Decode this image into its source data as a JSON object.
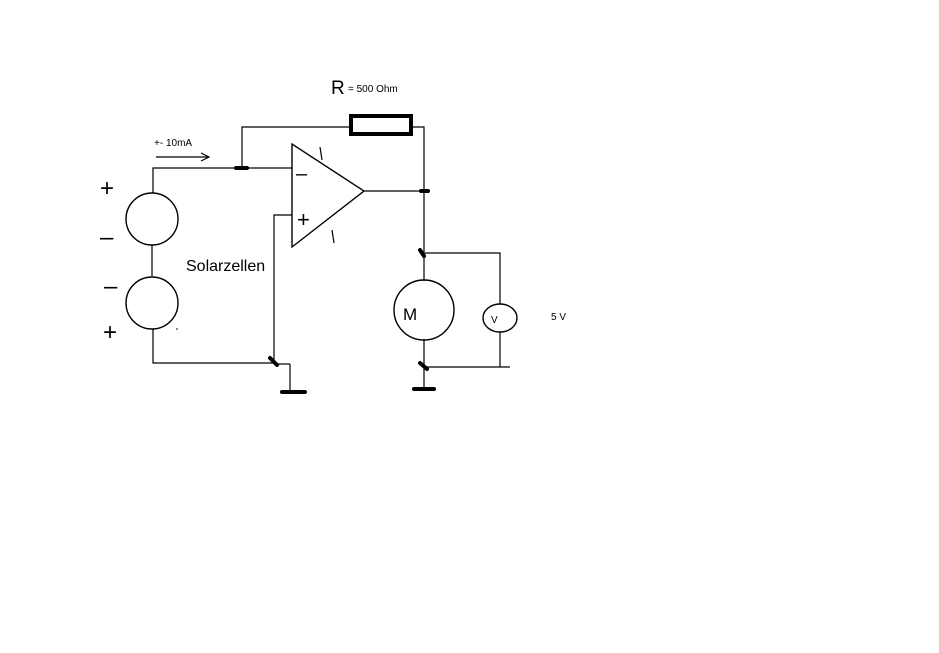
{
  "diagram": {
    "resistor": {
      "name": "R",
      "value": "= 500 Ohm"
    },
    "current_label": "+- 10mA",
    "solar_label": "Solarzellen",
    "motor_label": "M",
    "voltmeter_label": "V",
    "voltage_label": "5 V",
    "opamp": {
      "minus": "–",
      "plus": "+"
    },
    "cell_top": {
      "upper_sign": "+",
      "lower_sign": "–"
    },
    "cell_bottom": {
      "upper_sign": "–",
      "lower_sign": "+"
    }
  }
}
